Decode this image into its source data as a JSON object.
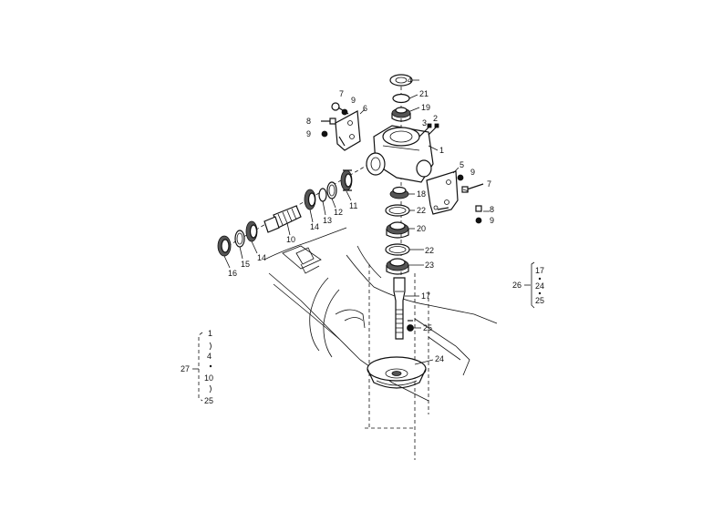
{
  "labels": {
    "p1": "1",
    "p2": "2",
    "p3": "3",
    "p4": "4",
    "p5": "5",
    "p6": "6",
    "p7a": "7",
    "p7b": "7",
    "p8a": "8",
    "p8b": "8",
    "p9a": "9",
    "p9b": "9",
    "p9c": "9",
    "p9d": "9",
    "p10": "10",
    "p11": "11",
    "p12": "12",
    "p13": "13",
    "p14a": "14",
    "p14b": "14",
    "p15": "15",
    "p16": "16",
    "p17": "17",
    "p18": "18",
    "p19": "19",
    "p20": "20",
    "p21": "21",
    "p22a": "22",
    "p22b": "22",
    "p23": "23",
    "p24": "24",
    "p25": "25"
  },
  "group_26": {
    "id": "26",
    "items": [
      "17",
      "24",
      "25"
    ]
  },
  "group_27": {
    "id": "27",
    "items": [
      "1",
      "4",
      "10",
      "25"
    ]
  }
}
